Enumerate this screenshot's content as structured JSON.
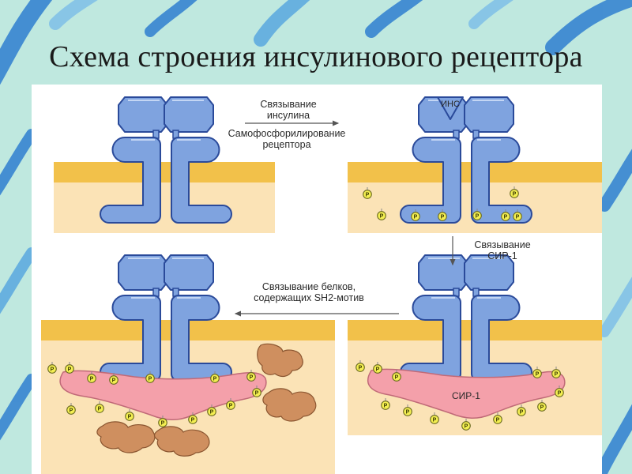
{
  "slide": {
    "title": "Схема строения инсулинового рецептора"
  },
  "diagram": {
    "labels": {
      "insulin_binding_l1": "Связывание",
      "insulin_binding_l2": "инсулина",
      "autophos_l1": "Самофосфорилирование",
      "autophos_l2": "рецептора",
      "irs_binding_l1": "Связывание",
      "irs_binding_l2": "СИР-1",
      "sh2_binding_l1": "Связывание белков,",
      "sh2_binding_l2": "содержащих SH2-мотив",
      "insulin_tag": "ИНС",
      "irs_tag": "СИР-1",
      "phosphate": "P"
    },
    "colors": {
      "receptor_fill": "#7fa3df",
      "receptor_stroke": "#2a4a9a",
      "membrane": "#f2c14a",
      "cytoplasm": "#fbe3b6",
      "irs": "#f4a0aa",
      "sh2_protein": "#cf8f5f",
      "phosphate": "#f4ef52",
      "background_teal": "#a8dfd6",
      "background_blue": "#2a78c8"
    }
  }
}
